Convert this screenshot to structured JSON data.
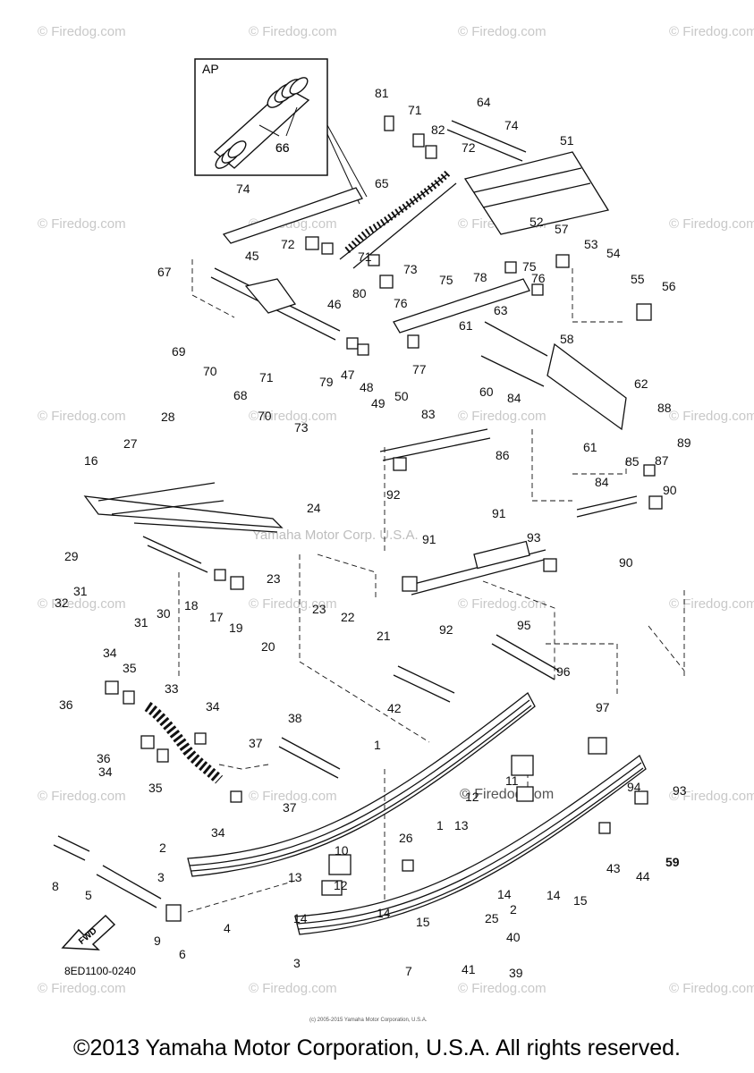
{
  "watermarks": {
    "firedog": "© Firedog.com",
    "center": "Yamaha Motor Corp. U.S.A.",
    "parts_firedog": "© Firedog.com"
  },
  "inset": {
    "label": "AP",
    "part": "66"
  },
  "diagram_code": "8ED1100-0240",
  "fwd_label": "FWD",
  "parts": [
    "1",
    "1",
    "2",
    "2",
    "3",
    "3",
    "4",
    "5",
    "6",
    "7",
    "8",
    "9",
    "10",
    "11",
    "12",
    "12",
    "13",
    "13",
    "14",
    "14",
    "14",
    "14",
    "15",
    "15",
    "16",
    "17",
    "18",
    "19",
    "20",
    "21",
    "22",
    "23",
    "23",
    "24",
    "25",
    "26",
    "27",
    "28",
    "29",
    "30",
    "31",
    "31",
    "32",
    "33",
    "34",
    "34",
    "34",
    "34",
    "35",
    "35",
    "36",
    "36",
    "37",
    "37",
    "38",
    "39",
    "40",
    "41",
    "42",
    "43",
    "44",
    "45",
    "46",
    "47",
    "48",
    "49",
    "50",
    "51",
    "52",
    "53",
    "54",
    "55",
    "56",
    "57",
    "58",
    "59",
    "60",
    "61",
    "61",
    "62",
    "63",
    "64",
    "65",
    "66",
    "67",
    "68",
    "69",
    "70",
    "70",
    "71",
    "71",
    "71",
    "72",
    "72",
    "73",
    "73",
    "74",
    "74",
    "75",
    "75",
    "76",
    "76",
    "77",
    "78",
    "79",
    "80",
    "81",
    "82",
    "83",
    "84",
    "84",
    "85",
    "86",
    "87",
    "88",
    "89",
    "90",
    "90",
    "91",
    "91",
    "92",
    "92",
    "93",
    "93",
    "94",
    "95",
    "96",
    "97"
  ],
  "small_credit": "(c) 2005-2015 Yamaha Motor Corporation, U.S.A.",
  "copyright": "©2013 Yamaha Motor Corporation, U.S.A. All rights reserved."
}
